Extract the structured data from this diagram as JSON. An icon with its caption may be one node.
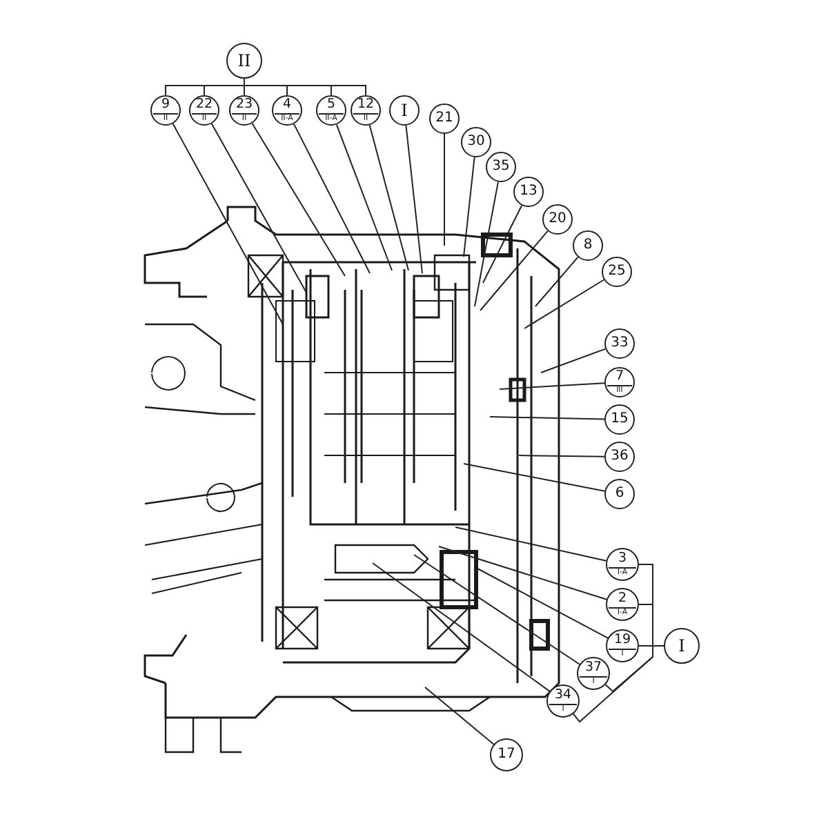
{
  "diagram": {
    "nodes": [
      {
        "text": [
          "II"
        ]
      },
      {
        "text": [
          "9",
          "II"
        ]
      },
      {
        "text": [
          "22",
          "II"
        ]
      },
      {
        "text": [
          "23",
          "II"
        ]
      },
      {
        "text": [
          "4",
          "II-A"
        ]
      },
      {
        "text": [
          "5",
          "II-A"
        ]
      },
      {
        "text": [
          "12",
          "II"
        ]
      },
      {
        "text": [
          "I"
        ]
      },
      {
        "text": [
          "21"
        ]
      },
      {
        "text": [
          "30"
        ]
      },
      {
        "text": [
          "35"
        ]
      },
      {
        "text": [
          "13"
        ]
      },
      {
        "text": [
          "20"
        ]
      },
      {
        "text": [
          "8"
        ]
      },
      {
        "text": [
          "25"
        ]
      },
      {
        "text": [
          "33"
        ]
      },
      {
        "text": [
          "7",
          "III"
        ]
      },
      {
        "text": [
          "15"
        ]
      },
      {
        "text": [
          "36"
        ]
      },
      {
        "text": [
          "6"
        ]
      },
      {
        "text": [
          "3",
          "I-A"
        ]
      },
      {
        "text": [
          "2",
          "I-A"
        ]
      },
      {
        "text": [
          "19",
          "I"
        ]
      },
      {
        "text": [
          "37",
          "I"
        ]
      },
      {
        "text": [
          "34",
          "I"
        ]
      },
      {
        "text": [
          "I"
        ]
      },
      {
        "text": [
          "17"
        ]
      }
    ],
    "edges": [
      {
        "from": 0,
        "to": 1,
        "arrow": "none"
      },
      {
        "from": 0,
        "to": 2,
        "arrow": "none"
      },
      {
        "from": 0,
        "to": 3,
        "arrow": "none"
      },
      {
        "from": 0,
        "to": 4,
        "arrow": "none"
      },
      {
        "from": 0,
        "to": 5,
        "arrow": "none"
      },
      {
        "from": 0,
        "to": 6,
        "arrow": "none"
      },
      {
        "from": 1,
        "to": null,
        "arrow": "none"
      },
      {
        "from": 2,
        "to": null,
        "arrow": "none"
      },
      {
        "from": 3,
        "to": null,
        "arrow": "none"
      },
      {
        "from": 4,
        "to": null,
        "arrow": "none"
      },
      {
        "from": 5,
        "to": null,
        "arrow": "none"
      },
      {
        "from": 6,
        "to": null,
        "arrow": "none"
      },
      {
        "from": 7,
        "to": null,
        "arrow": "none"
      },
      {
        "from": 8,
        "to": null,
        "arrow": "none"
      },
      {
        "from": 9,
        "to": null,
        "arrow": "none"
      },
      {
        "from": 10,
        "to": null,
        "arrow": "none"
      },
      {
        "from": 11,
        "to": null,
        "arrow": "none"
      },
      {
        "from": 12,
        "to": null,
        "arrow": "none"
      },
      {
        "from": 13,
        "to": null,
        "arrow": "none"
      },
      {
        "from": 14,
        "to": null,
        "arrow": "none"
      },
      {
        "from": 15,
        "to": null,
        "arrow": "none"
      },
      {
        "from": 16,
        "to": null,
        "arrow": "none"
      },
      {
        "from": 17,
        "to": null,
        "arrow": "none"
      },
      {
        "from": 18,
        "to": null,
        "arrow": "none"
      },
      {
        "from": 19,
        "to": null,
        "arrow": "none"
      },
      {
        "from": 20,
        "to": null,
        "arrow": "none"
      },
      {
        "from": 21,
        "to": null,
        "arrow": "none"
      },
      {
        "from": 22,
        "to": null,
        "arrow": "none"
      },
      {
        "from": 23,
        "to": null,
        "arrow": "none"
      },
      {
        "from": 24,
        "to": null,
        "arrow": "none"
      },
      {
        "from": 26,
        "to": null,
        "arrow": "none"
      },
      {
        "from": 20,
        "to": 25,
        "arrow": "none"
      },
      {
        "from": 21,
        "to": 25,
        "arrow": "none"
      },
      {
        "from": 22,
        "to": 25,
        "arrow": "none"
      },
      {
        "from": 23,
        "to": 25,
        "arrow": "none"
      },
      {
        "from": 24,
        "to": 25,
        "arrow": "none"
      }
    ]
  }
}
